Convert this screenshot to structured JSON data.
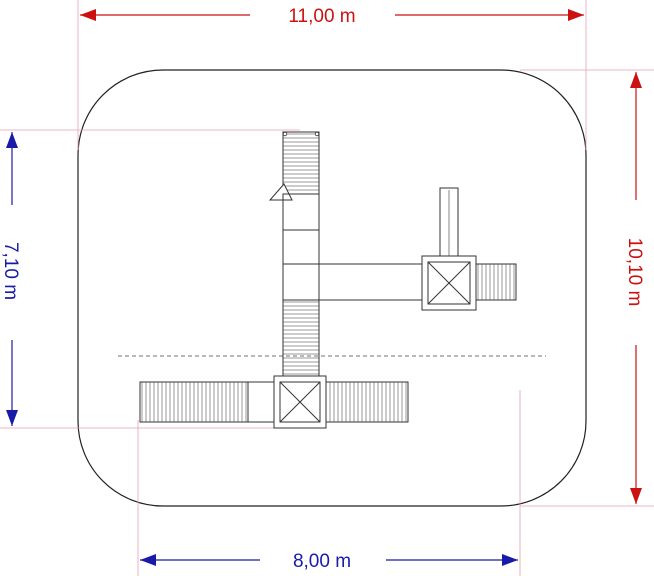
{
  "dimensions": {
    "overall_width": "11,00 m",
    "overall_depth": "10,10 m",
    "equipment_width": "8,00 m",
    "equipment_depth": "7,10 m"
  },
  "colors": {
    "width_dimension": "#cc1111",
    "depth_dimension": "#1a1aa8",
    "outline": "#222222",
    "guide_line": "#e8a0b0"
  }
}
